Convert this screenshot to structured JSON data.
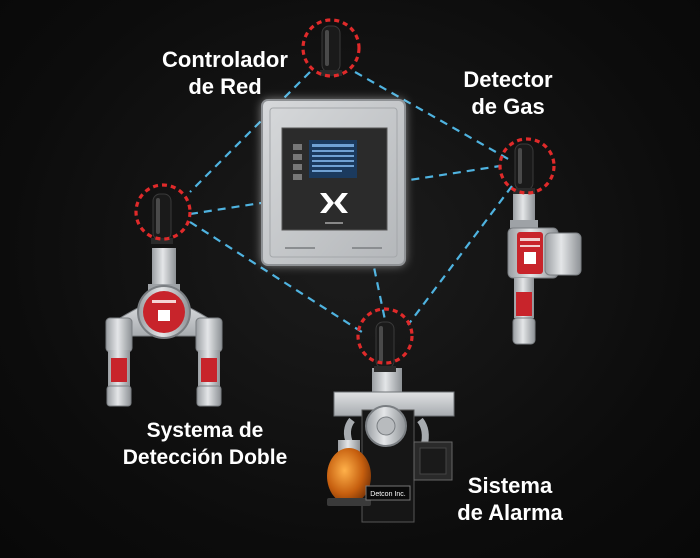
{
  "nodes": {
    "controller": {
      "line1": "Controlador",
      "line2": "de Red"
    },
    "gas_detector": {
      "line1": "Detector",
      "line2": "de Gas"
    },
    "dual_detection": {
      "line1": "Systema de",
      "line2": "Detección Doble"
    },
    "alarm": {
      "line1": "Sistema",
      "line2": "de Alarma"
    }
  },
  "device_text": {
    "alarm_plate": "Detcon Inc."
  },
  "colors": {
    "background": "#0f0f0f",
    "link_line": "#4fb3e0",
    "antenna_ring": "#e02a2a",
    "housing_red": "#c8242b",
    "steel": "#c9ccce",
    "label": "#ffffff"
  },
  "icons": [
    "antenna-icon",
    "controller-enclosure",
    "gas-detector-device",
    "dual-detector-device",
    "alarm-station-device",
    "detcon-logo-icon"
  ]
}
